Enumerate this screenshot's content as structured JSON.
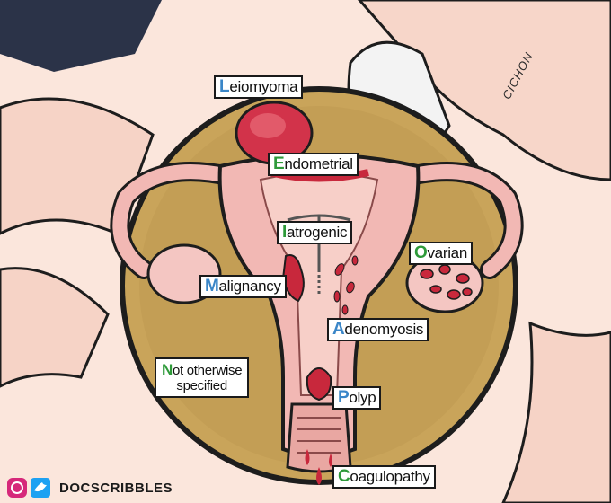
{
  "labels": {
    "leiomyoma": {
      "initial": "L",
      "rest": "eiomyoma"
    },
    "endometrial": {
      "initial": "E",
      "rest": "ndometrial"
    },
    "iatrogenic": {
      "initial": "I",
      "rest": "atrogenic"
    },
    "ovarian": {
      "initial": "O",
      "rest": "varian"
    },
    "malignancy": {
      "initial": "M",
      "rest": "alignancy"
    },
    "adenomyosis": {
      "initial": "A",
      "rest": "denomyosis"
    },
    "not_otherwise": {
      "initial": "N",
      "rest": "ot otherwise",
      "line2": "specified"
    },
    "polyp": {
      "initial": "P",
      "rest": "olyp"
    },
    "coagulopathy": {
      "initial": "C",
      "rest": "oagulopathy"
    }
  },
  "colors": {
    "palm_group": "#3a86c8",
    "coein_group": "#2e9a3a",
    "disc_fill": "#c9a45a",
    "uterus_pink": "#f2b8b4",
    "fibroid_red": "#c8283c"
  },
  "footer": {
    "handle": "DOCSCRIBBLES"
  },
  "signature": "CICHON"
}
